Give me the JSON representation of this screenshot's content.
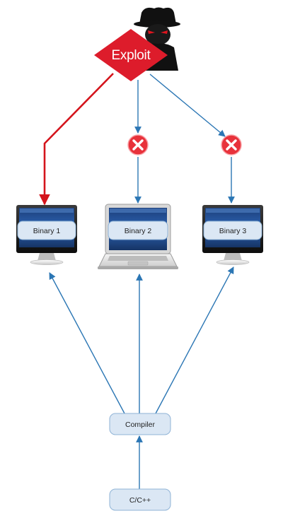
{
  "diagram": {
    "attacker": {
      "label": "Exploit",
      "icon": "hacker-icon",
      "color": "#dd1c2b"
    },
    "targets": [
      {
        "label": "Binary 1",
        "device": "desktop-monitor-icon",
        "exploited": true
      },
      {
        "label": "Binary 2",
        "device": "laptop-icon",
        "exploited": false
      },
      {
        "label": "Binary 3",
        "device": "desktop-monitor-icon",
        "exploited": false
      }
    ],
    "blocked_icon": "blocked-x-icon",
    "compiler": {
      "label": "Compiler"
    },
    "source": {
      "label": "C/C++"
    },
    "colors": {
      "attack_success": "#d4141c",
      "attack_blocked": "#2b76b4",
      "build_flow": "#2b76b4",
      "node_fill": "#dbe7f4",
      "node_border": "#8fb3d6",
      "blocked": "#e8323b"
    }
  }
}
